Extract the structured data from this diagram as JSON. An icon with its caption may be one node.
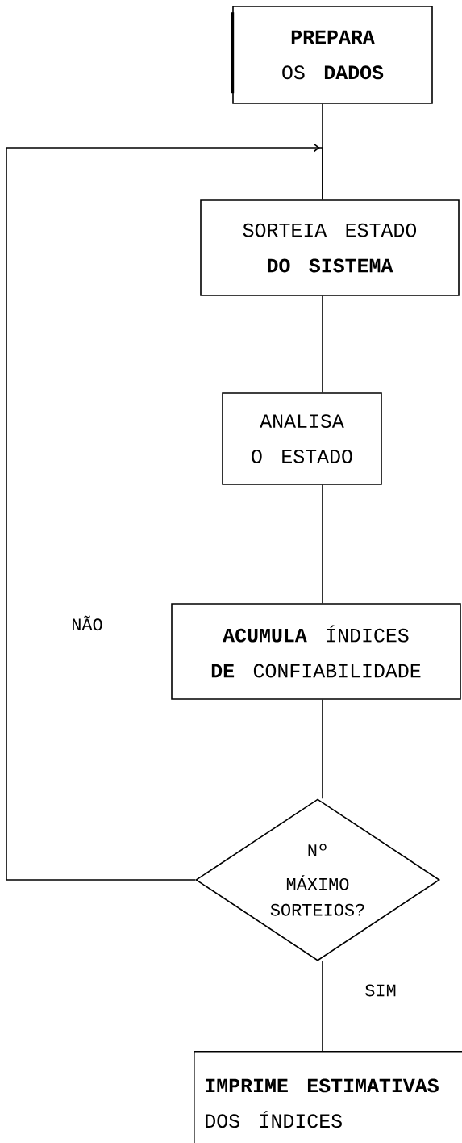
{
  "diagram": {
    "nodes": [
      {
        "text": [
          "**PREPARA** OS **DADOS**"
        ]
      },
      {
        "text": [
          "SORTEIA ESTADO **DO SISTEMA**"
        ]
      },
      {
        "text": [
          "ANALISA O ESTADO"
        ]
      },
      {
        "text": [
          "**ACUMULA** ÍNDICES **DE** CONFIABILIDADE"
        ]
      },
      {
        "text": [
          "Nº",
          "MÁXIMO SORTEIOS?"
        ]
      },
      {
        "text": [
          "**IMPRIME ESTIMATIVAS** DOS ÍNDICES"
        ]
      }
    ],
    "edges": [
      {
        "from": 0,
        "to": 1,
        "arrow": "none"
      },
      {
        "from": 1,
        "to": 2,
        "arrow": "none"
      },
      {
        "from": 2,
        "to": 3,
        "arrow": "none"
      },
      {
        "from": 3,
        "to": 4,
        "arrow": "none"
      },
      {
        "from": 4,
        "to": 1,
        "arrow": "to",
        "label": "NÃO"
      },
      {
        "from": 4,
        "to": 5,
        "arrow": "none",
        "label": "SIM"
      }
    ]
  }
}
